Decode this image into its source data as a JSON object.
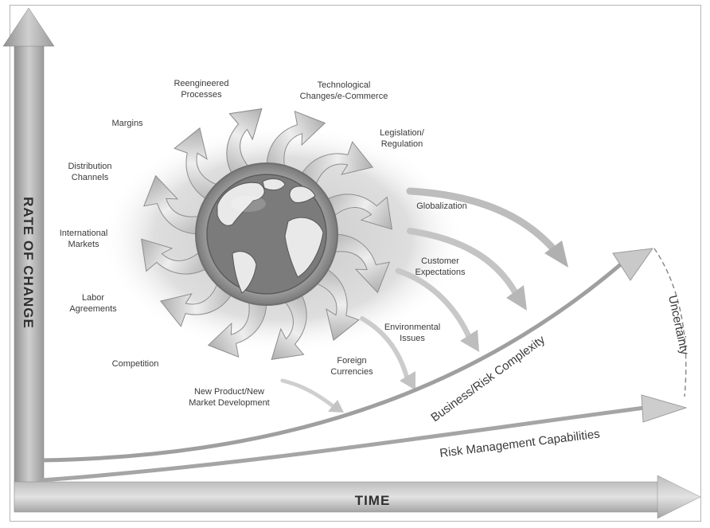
{
  "axes": {
    "y_label": "RATE OF CHANGE",
    "x_label": "TIME"
  },
  "drivers": [
    {
      "id": "reengineered",
      "lines": [
        "Reengineered",
        "Processes"
      ]
    },
    {
      "id": "technological",
      "lines": [
        "Technological",
        "Changes/e-Commerce"
      ]
    },
    {
      "id": "legislation",
      "lines": [
        "Legislation/",
        "Regulation"
      ]
    },
    {
      "id": "margins",
      "lines": [
        "Margins"
      ]
    },
    {
      "id": "distribution",
      "lines": [
        "Distribution",
        "Channels"
      ]
    },
    {
      "id": "international",
      "lines": [
        "International",
        "Markets"
      ]
    },
    {
      "id": "labor",
      "lines": [
        "Labor",
        "Agreements"
      ]
    },
    {
      "id": "competition",
      "lines": [
        "Competition"
      ]
    },
    {
      "id": "new-product",
      "lines": [
        "New Product/New",
        "Market Development"
      ]
    },
    {
      "id": "foreign",
      "lines": [
        "Foreign",
        "Currencies"
      ]
    },
    {
      "id": "environmental",
      "lines": [
        "Environmental",
        "Issues"
      ]
    },
    {
      "id": "customer",
      "lines": [
        "Customer",
        "Expectations"
      ]
    },
    {
      "id": "globalization",
      "lines": [
        "Globalization"
      ]
    }
  ],
  "curves": {
    "business": "Business/Risk Complexity",
    "risk": "Risk Management Capabilities",
    "uncertainty": "Uncertainty"
  }
}
